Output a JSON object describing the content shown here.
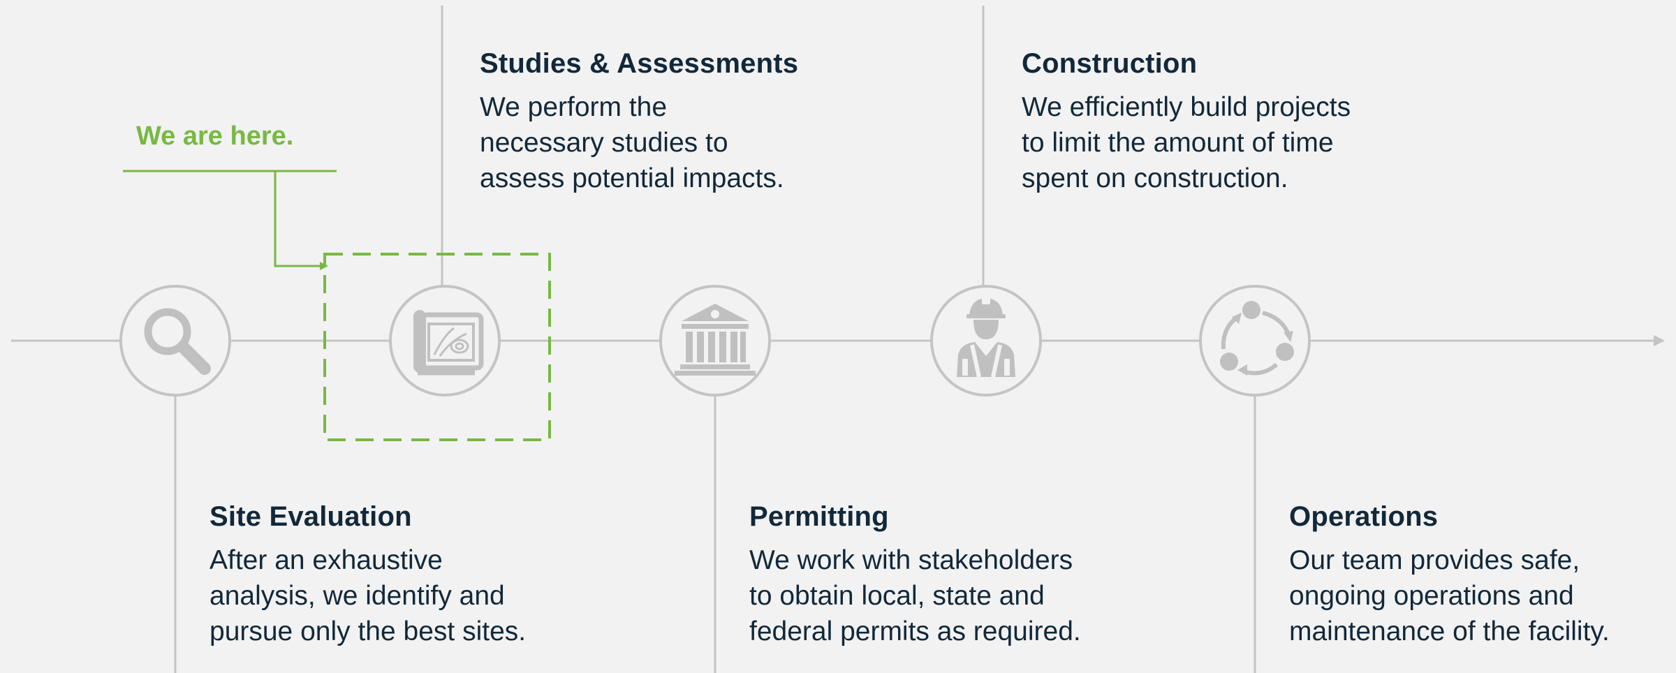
{
  "marker": {
    "label": "We are here."
  },
  "steps": [
    {
      "title": "Site Evaluation",
      "body": [
        "After an exhaustive",
        "analysis, we identify and",
        "pursue only the best sites."
      ],
      "icon": "magnifier-icon"
    },
    {
      "title": "Studies & Assessments",
      "body": [
        "We perform the",
        "necessary studies to",
        "assess potential impacts."
      ],
      "icon": "blueprint-icon"
    },
    {
      "title": "Permitting",
      "body": [
        "We work with stakeholders",
        "to obtain local, state and",
        "federal permits as required."
      ],
      "icon": "government-building-icon"
    },
    {
      "title": "Construction",
      "body": [
        "We efficiently build projects",
        "to limit the amount of time",
        "spent on construction."
      ],
      "icon": "construction-worker-icon"
    },
    {
      "title": "Operations",
      "body": [
        "Our team provides safe,",
        "ongoing operations and",
        "maintenance of the facility."
      ],
      "icon": "cycle-icon"
    }
  ],
  "colors": {
    "accent": "#78b843",
    "line": "#c4c4c4",
    "icon": "#c0c0c0",
    "text": "#12283a",
    "background": "#f2f2f2"
  }
}
